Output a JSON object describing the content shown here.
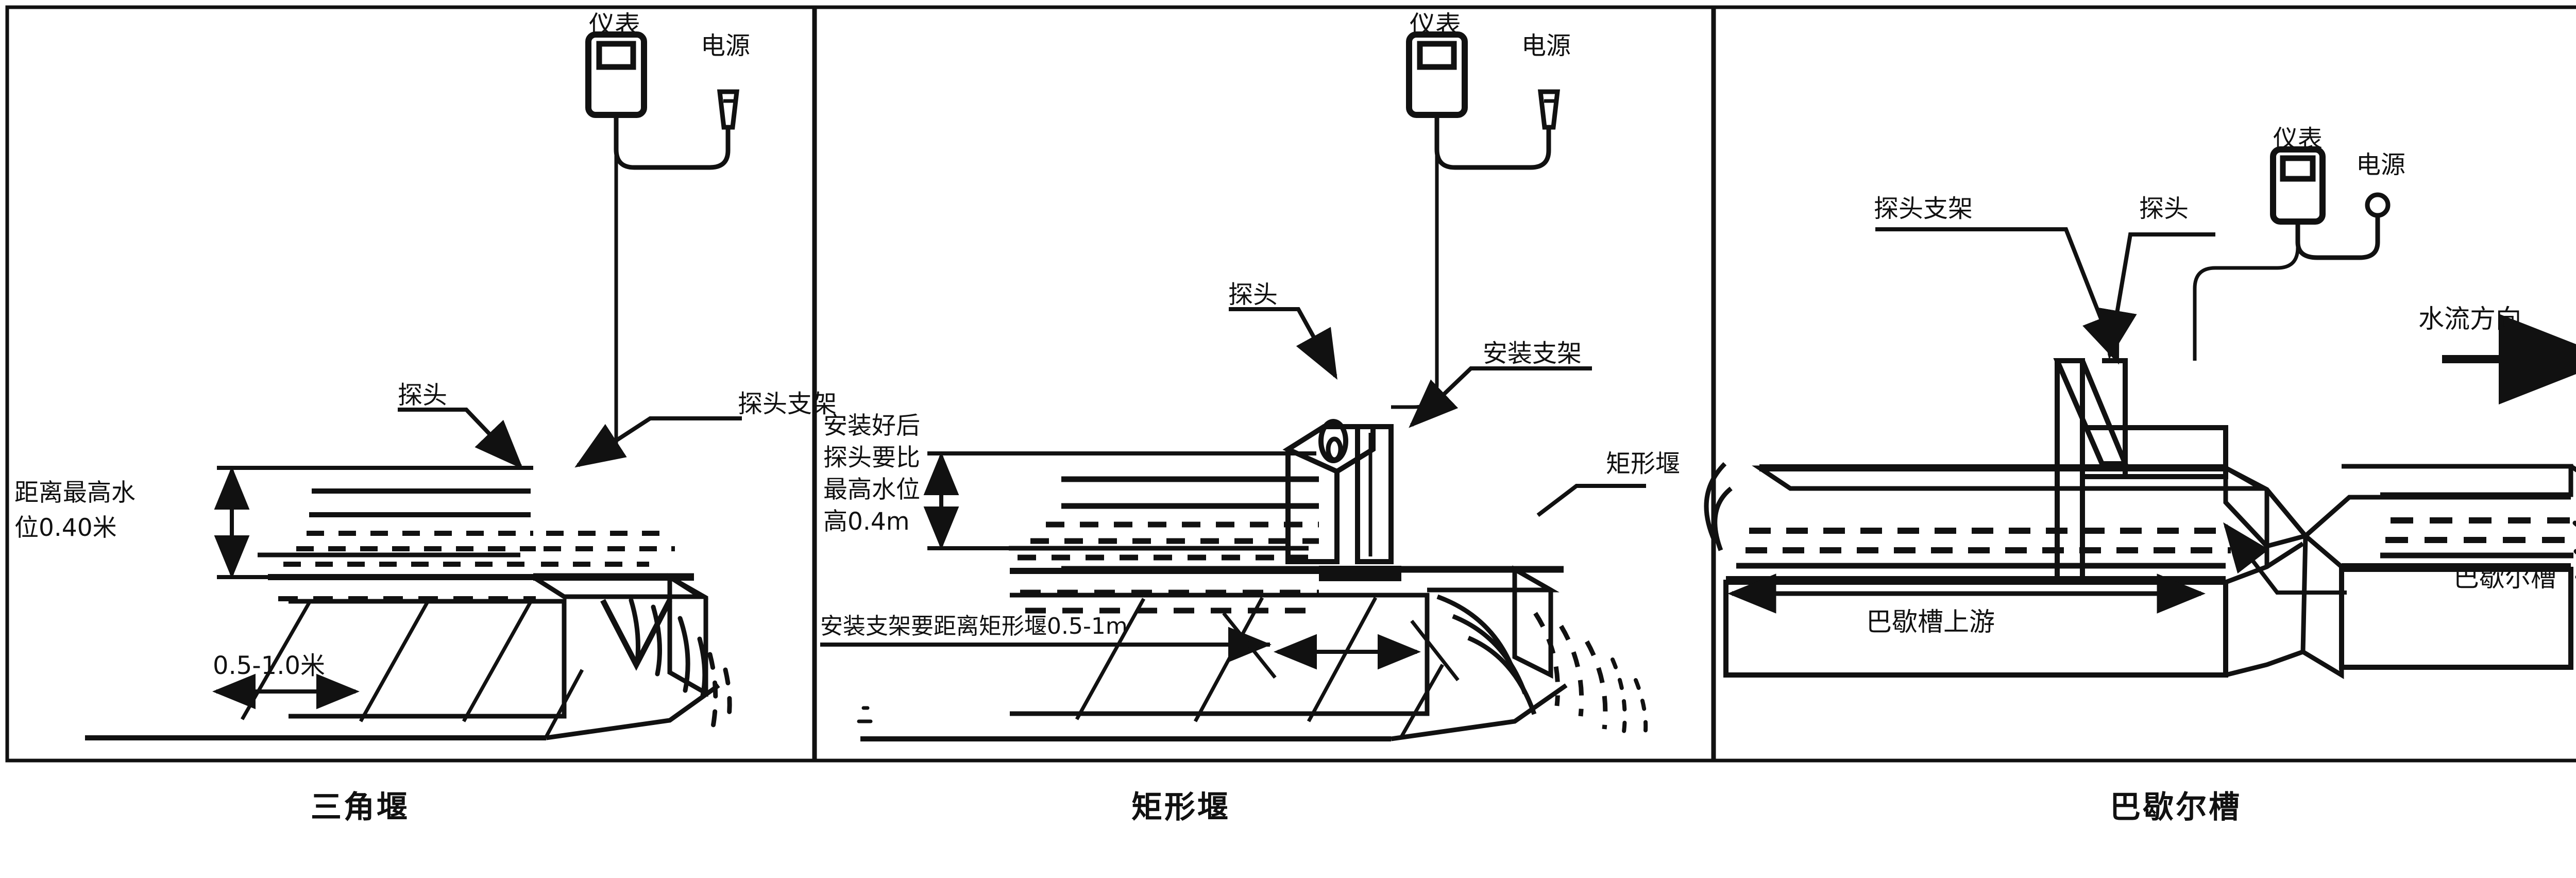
{
  "diagram": {
    "title_hidden": "",
    "frame": {
      "border_color": "#111111"
    },
    "panels": [
      {
        "id": "triangular-weir",
        "caption": "三角堰",
        "labels": {
          "meter": "仪表",
          "power": "电源",
          "probe": "探头",
          "probe_bracket": "探头支架",
          "height_note_line1": "距离最高水",
          "height_note_line2": "位0.40米",
          "distance_note": "0.5-1.0米"
        }
      },
      {
        "id": "rectangular-weir",
        "caption": "矩形堰",
        "labels": {
          "meter": "仪表",
          "power": "电源",
          "probe": "探头",
          "mount_bracket": "安装支架",
          "weir_name": "矩形堰",
          "height_note_line1": "安装好后",
          "height_note_line2": "探头要比",
          "height_note_line3": "最高水位",
          "height_note_line4": "高0.4m",
          "distance_note": "安装支架要距离矩形堰0.5-1m"
        }
      },
      {
        "id": "parshall-flume",
        "caption": "巴歇尔槽",
        "labels": {
          "meter": "仪表",
          "power": "电源",
          "probe": "探头",
          "probe_bracket": "探头支架",
          "flow_direction": "水流方向",
          "flume_name": "巴歇尔槽",
          "upstream_note": "巴歇槽上游"
        }
      }
    ],
    "icons": {
      "meter": "meter-device-icon",
      "power_plug": "power-plug-icon",
      "power_node": "power-node-icon",
      "flow_arrow": "flow-arrow-icon",
      "dim_arrow": "dimension-arrow-icon"
    }
  }
}
